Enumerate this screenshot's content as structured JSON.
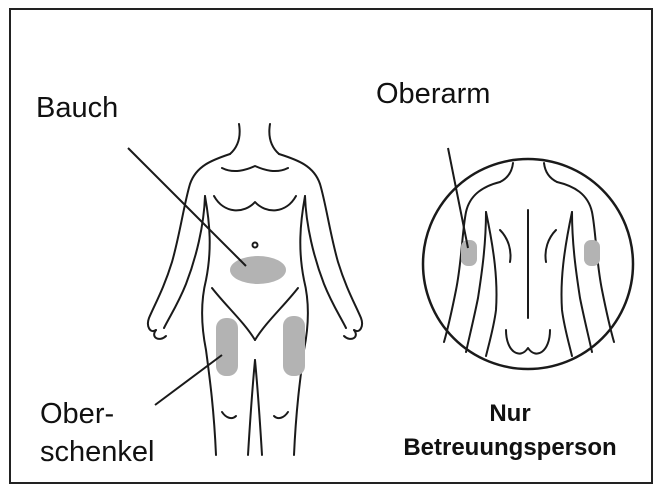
{
  "labels": {
    "abdomen": "Bauch",
    "upper_arm": "Oberarm",
    "thigh_line1": "Ober-",
    "thigh_line2": "schenkel",
    "caregiver_line1": "Nur",
    "caregiver_line2": "Betreuungsperson"
  },
  "colors": {
    "border": "#222222",
    "outline": "#1a1a1a",
    "shade": "#b3b3b3"
  }
}
